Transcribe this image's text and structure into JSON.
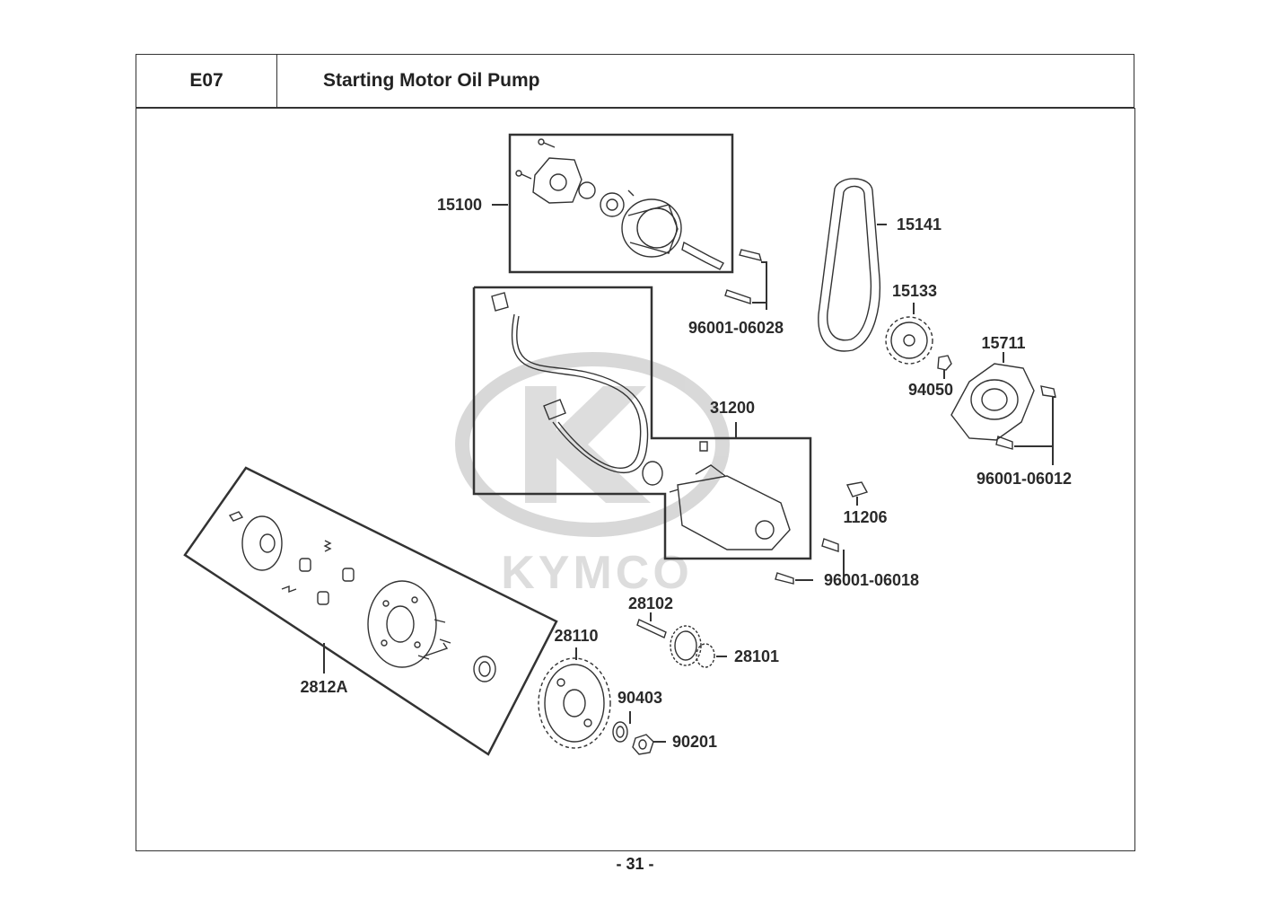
{
  "header": {
    "section_code": "E07",
    "title": "Starting Motor  Oil Pump"
  },
  "watermark": {
    "brand": "KYMCO"
  },
  "parts": {
    "p15100": "15100",
    "p96001_06028": "96001-06028",
    "p15141": "15141",
    "p15133": "15133",
    "p15711": "15711",
    "p94050": "94050",
    "p96001_06012": "96001-06012",
    "p31200": "31200",
    "p11206": "11206",
    "p96001_06018": "96001-06018",
    "p28102": "28102",
    "p28101": "28101",
    "p28110": "28110",
    "p90403": "90403",
    "p90201": "90201",
    "p2812A": "2812A"
  },
  "footer": {
    "page_number": "- 31 -"
  }
}
